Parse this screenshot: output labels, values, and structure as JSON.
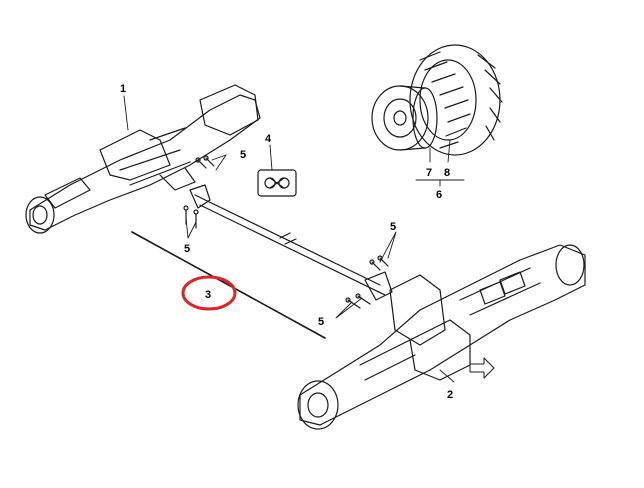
{
  "labels": {
    "axle_rear": "1",
    "axle_front": "2",
    "drive_shaft": "3",
    "universal_joint": "4",
    "fastener_a": "5",
    "fastener_b": "5",
    "fastener_c": "5",
    "fastener_d": "5",
    "wheel_assembly": "6",
    "rim": "7",
    "tire": "8"
  },
  "colors": {
    "line": "#1a1a1a",
    "highlight": "#d8262c",
    "background": "#ffffff"
  },
  "icons": {
    "direction_arrow": "arrow-right-icon"
  }
}
